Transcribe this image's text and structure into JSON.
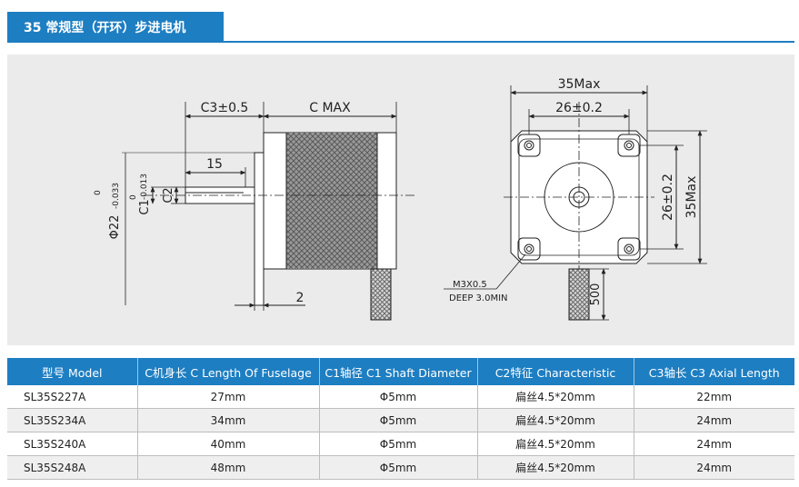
{
  "header": {
    "title": "35 常规型（开环）步进电机"
  },
  "drawing": {
    "side_view": {
      "c3_dim": "C3±0.5",
      "c_max_dim": "C MAX",
      "shaft_15": "15",
      "flange_2": "2",
      "c2_label": "C2",
      "c1_label": "C1",
      "c1_tol_upper": "0",
      "c1_tol_lower": "-0.013",
      "phi22_label": "Φ22",
      "phi22_tol_upper": "0",
      "phi22_tol_lower": "-0.033"
    },
    "front_view": {
      "width_max": "35Max",
      "hole_spacing_h": "26±0.2",
      "hole_spacing_v": "26±0.2",
      "height_max": "35Max",
      "thread_note_1": "M3X0.5",
      "thread_note_2": "DEEP 3.0MIN",
      "lead_length": "500"
    }
  },
  "table": {
    "headers": [
      "型号 Model",
      "C机身长 C Length Of Fuselage",
      "C1轴径 C1 Shaft Diameter",
      "C2特征 Characteristic",
      "C3轴长 C3 Axial Length"
    ],
    "rows": [
      [
        "SL35S227A",
        "27mm",
        "Φ5mm",
        "扁丝4.5*20mm",
        "22mm"
      ],
      [
        "SL35S234A",
        "34mm",
        "Φ5mm",
        "扁丝4.5*20mm",
        "24mm"
      ],
      [
        "SL35S240A",
        "40mm",
        "Φ5mm",
        "扁丝4.5*20mm",
        "24mm"
      ],
      [
        "SL35S248A",
        "48mm",
        "Φ5mm",
        "扁丝4.5*20mm",
        "24mm"
      ]
    ]
  },
  "colors": {
    "accent": "#1d7ec2",
    "panel": "#ebebeb"
  }
}
